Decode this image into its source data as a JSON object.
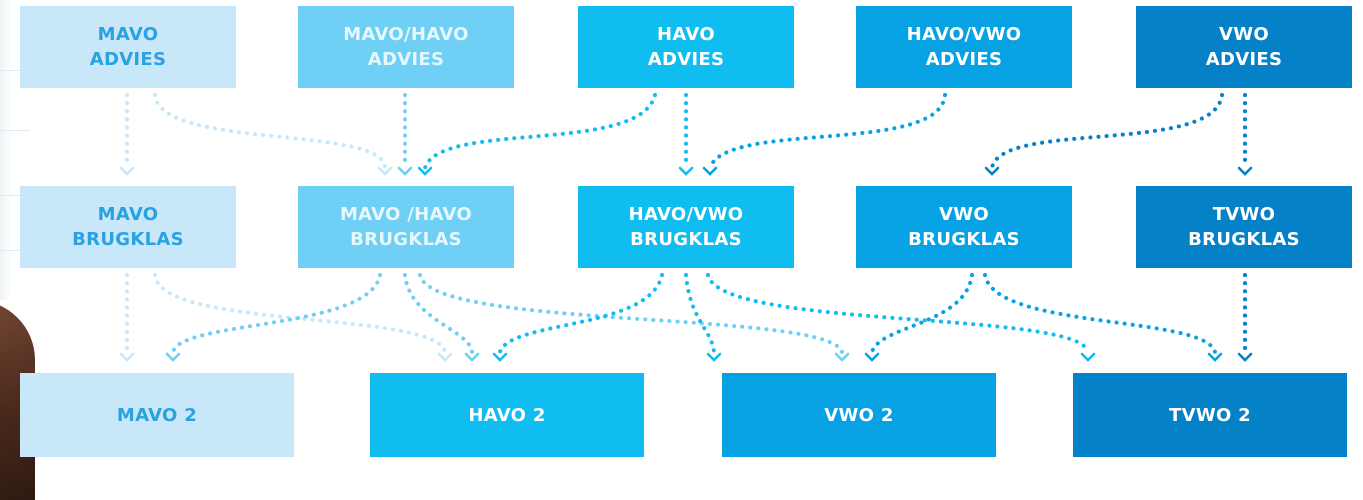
{
  "row1": [
    {
      "line1": "MAVO",
      "line2": "ADVIES"
    },
    {
      "line1": "MAVO/HAVO",
      "line2": "ADVIES"
    },
    {
      "line1": "HAVO",
      "line2": "ADVIES"
    },
    {
      "line1": "HAVO/VWO",
      "line2": "ADVIES"
    },
    {
      "line1": "VWO",
      "line2": "ADVIES"
    }
  ],
  "row2": [
    {
      "line1": "MAVO",
      "line2": "BRUGKLAS"
    },
    {
      "line1": "MAVO /HAVO",
      "line2": "BRUGKLAS"
    },
    {
      "line1": "HAVO/VWO",
      "line2": "BRUGKLAS"
    },
    {
      "line1": "VWO",
      "line2": "BRUGKLAS"
    },
    {
      "line1": "TVWO",
      "line2": "BRUGKLAS"
    }
  ],
  "row3": [
    "MAVO 2",
    "HAVO 2",
    "VWO 2",
    "TVWO 2"
  ],
  "colors": {
    "mavo_light": "#c8e7f8",
    "mavo_havo": "#6fcff4",
    "havo": "#10bdf0",
    "vwo": "#06a2e4",
    "tvwo": "#0581c8"
  }
}
